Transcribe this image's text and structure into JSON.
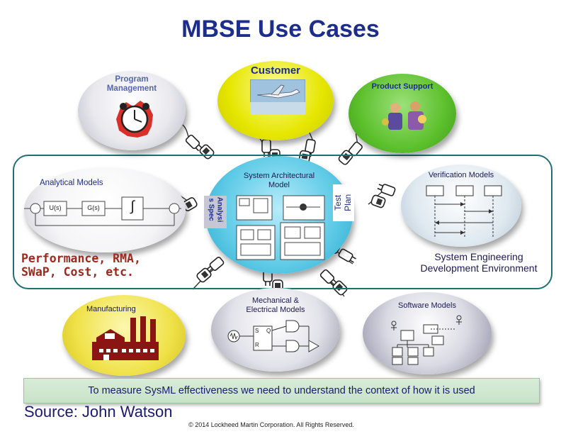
{
  "title": "MBSE Use Cases",
  "nodes": {
    "customer": "Customer",
    "program_management": "Program\nManagement",
    "product_support": "Product Support",
    "analytical_models": "Analytical Models",
    "system_architectural_model": "System Architectural\nModel",
    "verification_models": "Verification Models",
    "manufacturing": "Manufacturing",
    "mechanical_electrical": "Mechanical &\nElectrical Models",
    "software_models": "Software Models"
  },
  "rotated_labels": {
    "analysis_specs": "Analysi\ns Spec",
    "test_plan": "Test\nPlan"
  },
  "analytical_blocks": {
    "u": "U(s)",
    "g": "G(s)",
    "integral": "∫"
  },
  "labels": {
    "performance": "Performance, RMA,\nSWaP, Cost, etc.",
    "environment": "System Engineering\nDevelopment Environment"
  },
  "mechanical_blocks": {
    "s": "S",
    "r": "R",
    "q": "Q"
  },
  "footer": {
    "banner": "To measure SysML effectiveness we need to understand the context of how it is used",
    "source": "Source: John Watson",
    "copyright": "© 2014 Lockheed Martin Corporation. All Rights Reserved."
  },
  "colors": {
    "title": "#1c2d8c",
    "customer": "#e6e600",
    "product_support": "#5cc02c",
    "system_model": "#5cc9e6",
    "manufacturing": "#f0e24a",
    "frame": "#1f6f75",
    "performance_text": "#a0281e"
  },
  "icons": [
    "clock-icon",
    "airplane-icon",
    "people-icon",
    "factory-icon",
    "connector-icon"
  ]
}
